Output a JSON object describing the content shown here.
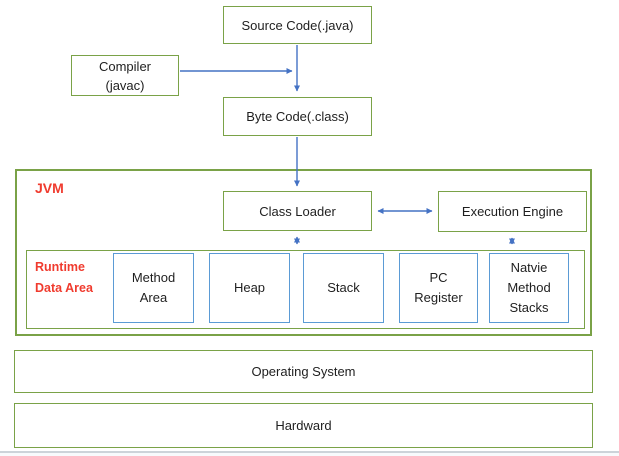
{
  "colors": {
    "box_border_green": "#7aa247",
    "inner_box_border_blue": "#5b9bd5",
    "arrow_blue": "#4472c4",
    "red_label": "#f03b2e",
    "text": "#1f1f1f"
  },
  "nodes": {
    "source_code": "Source Code(.java)",
    "compiler_line1": "Compiler",
    "compiler_line2": "(javac)",
    "byte_code": "Byte Code(.class)",
    "jvm": "JVM",
    "class_loader": "Class Loader",
    "execution_engine": "Execution Engine",
    "runtime_data_area": "Runtime Data Area",
    "method_area": "Method Area",
    "heap": "Heap",
    "stack": "Stack",
    "pc_register": "PC Register",
    "native_method_stacks": "Natvie Method Stacks",
    "operating_system": "Operating System",
    "hardware": "Hardward"
  }
}
